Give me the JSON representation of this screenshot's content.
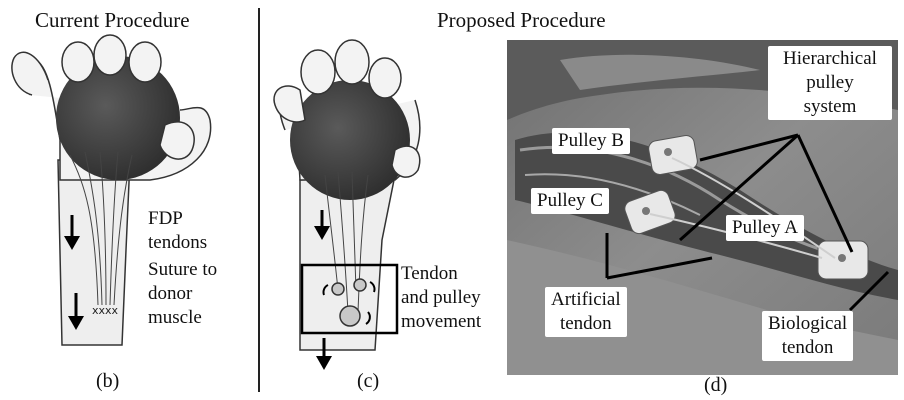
{
  "headers": {
    "current": "Current Procedure",
    "proposed": "Proposed Procedure"
  },
  "captions": {
    "b": "(b)",
    "c": "(c)",
    "d": "(d)"
  },
  "panel_b": {
    "fdp_line1": "FDP",
    "fdp_line2": "tendons",
    "suture_line1": "Suture to",
    "suture_line2": "donor",
    "suture_line3": "muscle"
  },
  "panel_c": {
    "label_line1": "Tendon",
    "label_line2": "and pulley",
    "label_line3": "movement"
  },
  "panel_d": {
    "hier_line1": "Hierarchical",
    "hier_line2": "pulley",
    "hier_line3": "system",
    "pulley_b": "Pulley B",
    "pulley_c": "Pulley C",
    "pulley_a": "Pulley A",
    "art_line1": "Artificial",
    "art_line2": "tendon",
    "bio_line1": "Biological",
    "bio_line2": "tendon"
  }
}
